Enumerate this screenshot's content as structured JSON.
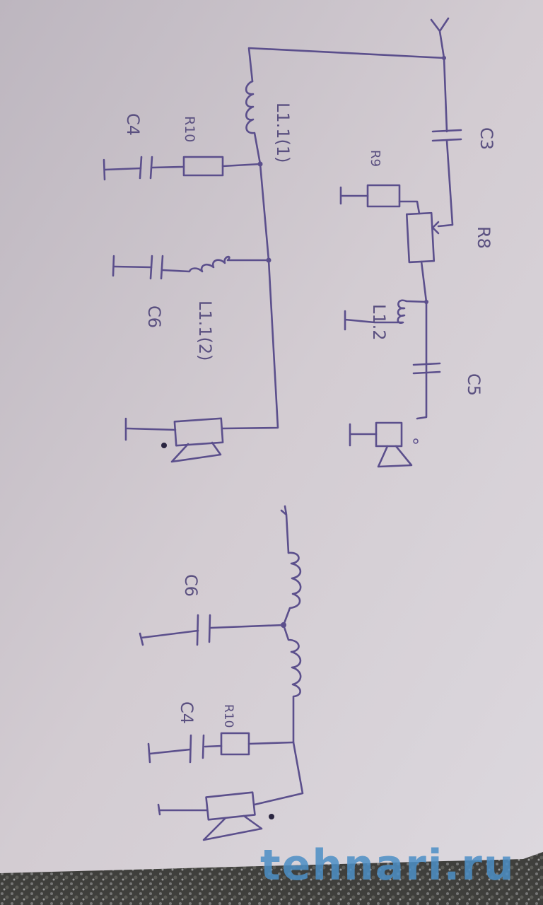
{
  "schematic_top": {
    "labels": {
      "c3": "C3",
      "r8": "R8",
      "r9": "R9",
      "l12": "L1.2",
      "c5": "C5",
      "l11_1": "L1.1(1)",
      "r10": "R10",
      "c4": "C4",
      "c6": "C6",
      "l11_2": "L1.1(2)"
    }
  },
  "schematic_bottom": {
    "labels": {
      "c6": "C6",
      "r10": "R10",
      "c4": "C4"
    }
  },
  "watermark": "tehnari.ru"
}
